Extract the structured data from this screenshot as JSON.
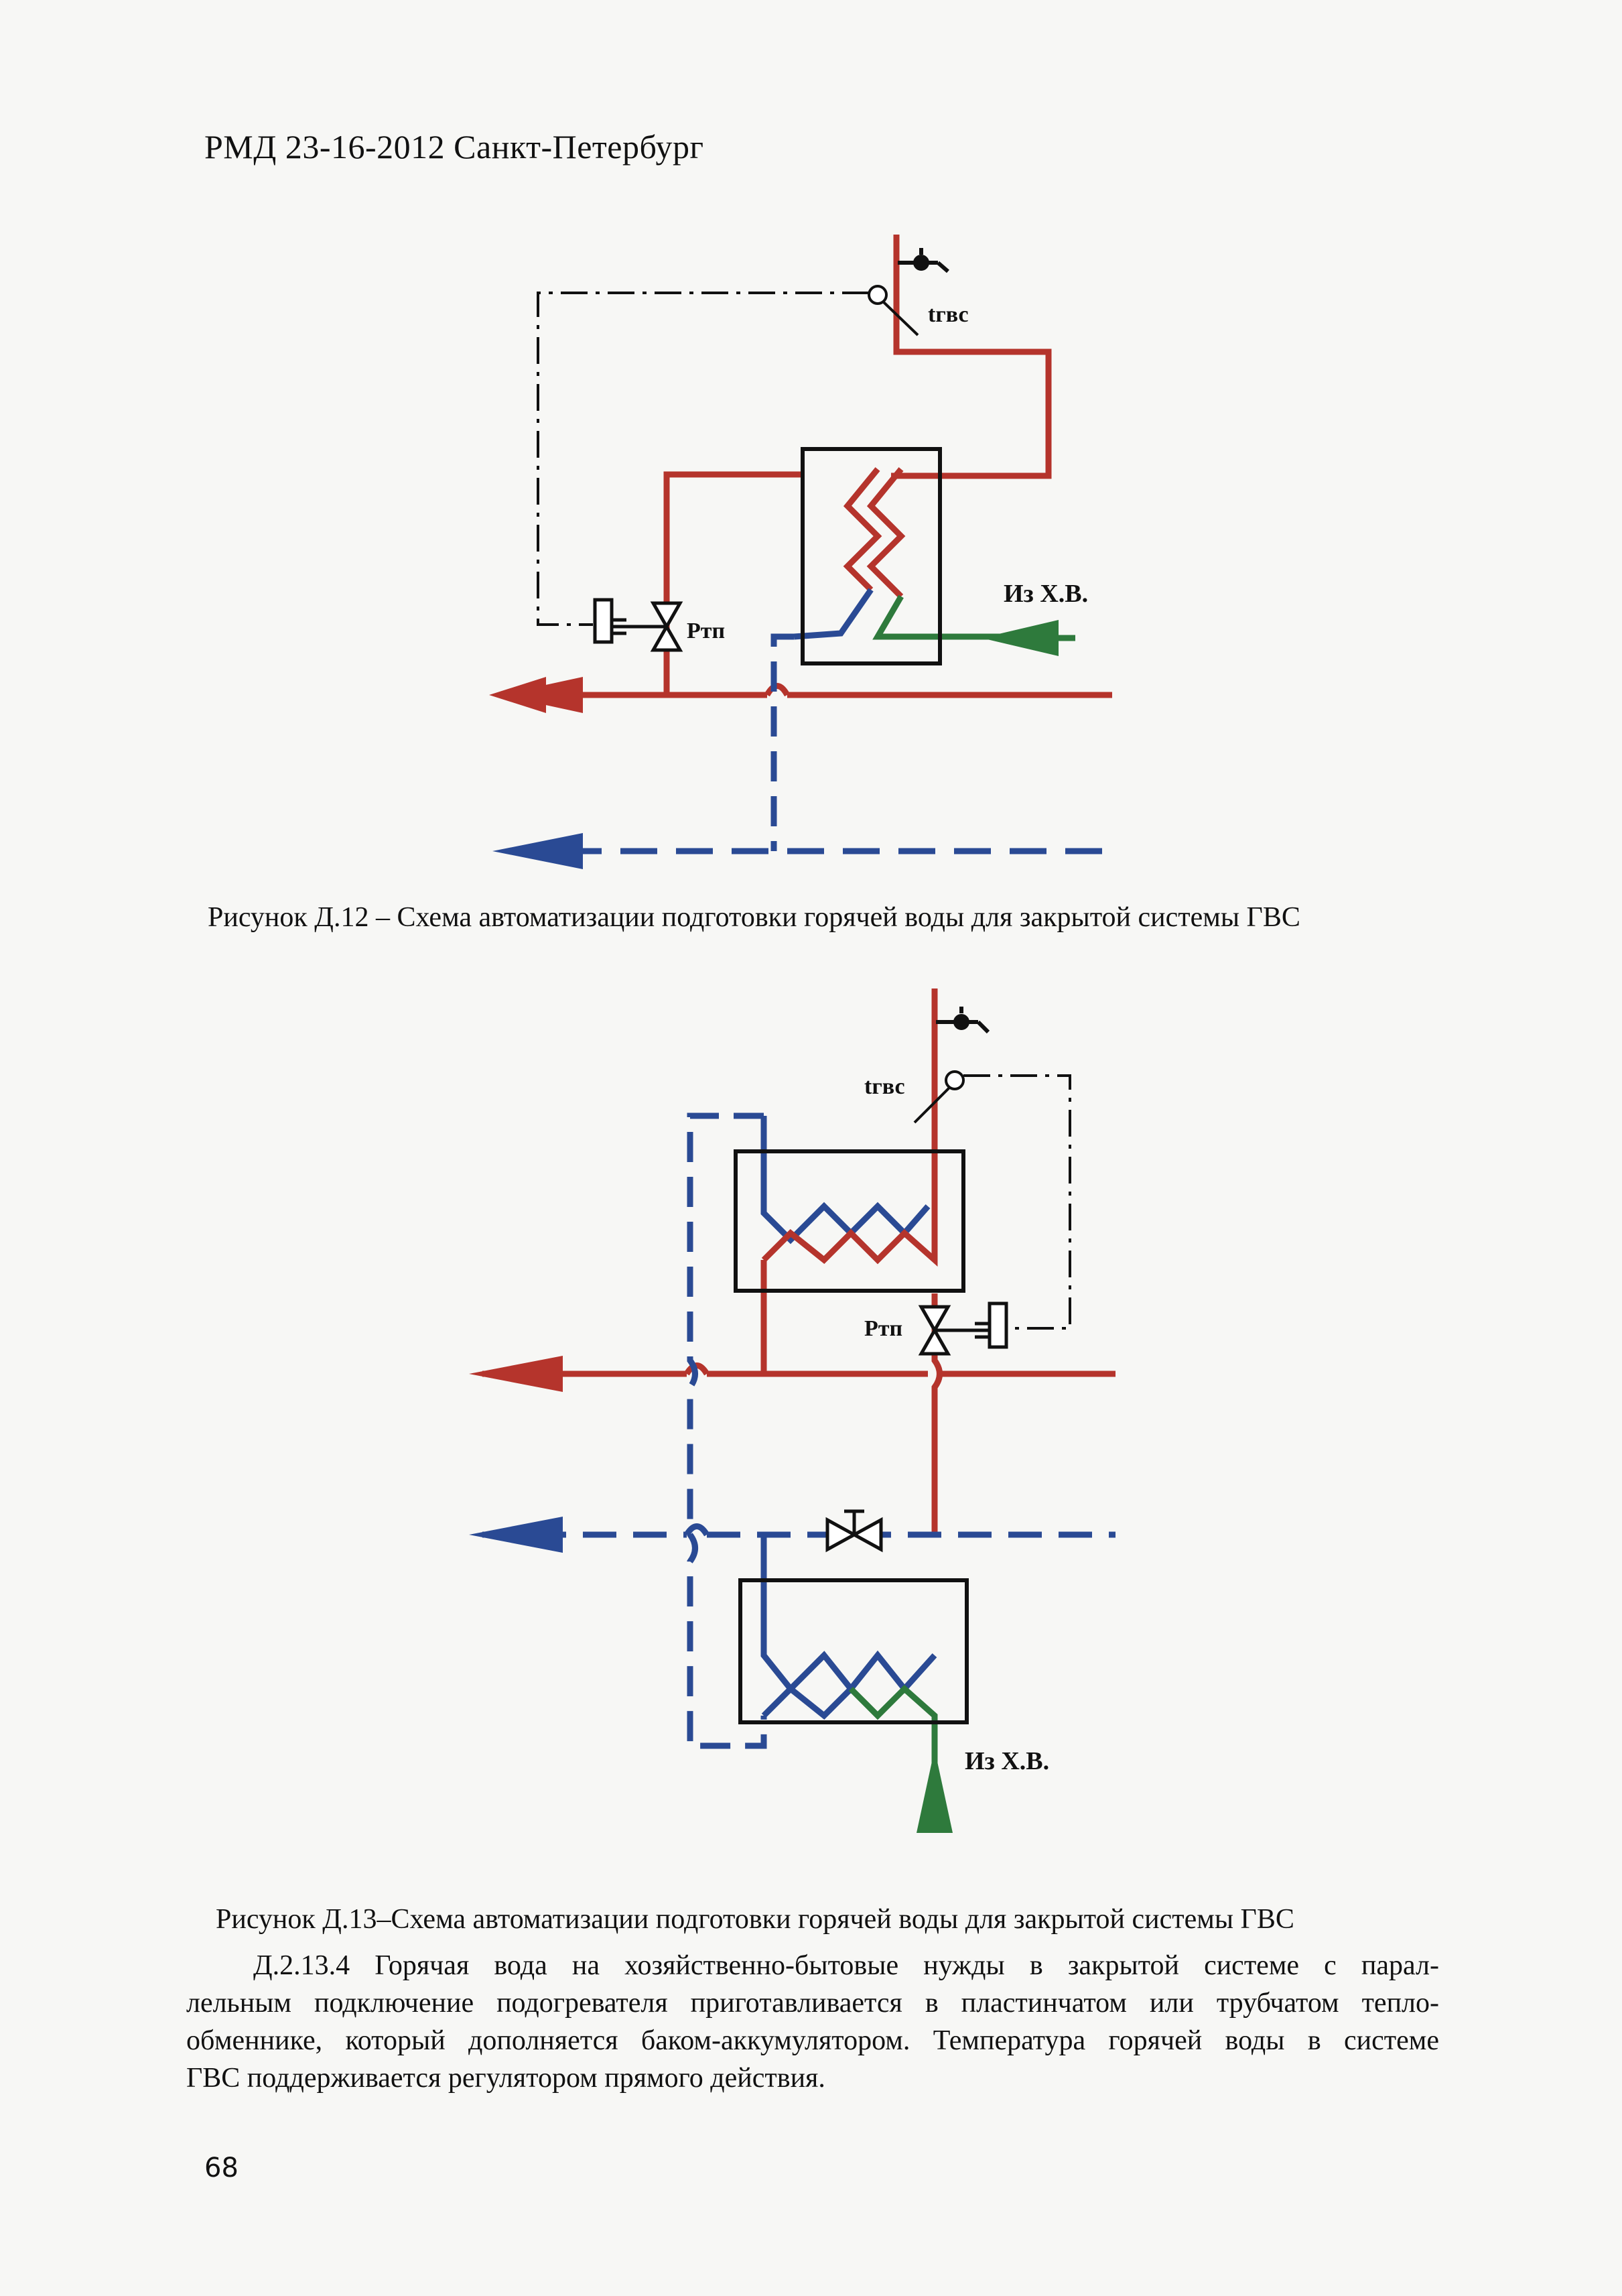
{
  "header": "РМД 23-16-2012 Санкт-Петербург",
  "figure12": {
    "label_temp": "tгвс",
    "label_valve": "Ртп",
    "label_cold": "Из Х.В.",
    "caption": "Рисунок Д.12 – Схема автоматизации подготовки горячей воды для закрытой системы ГВС"
  },
  "figure13": {
    "label_temp": "tгвс",
    "label_valve": "Ртп",
    "label_cold": "Из Х.В.",
    "caption": "Рисунок Д.13–Схема автоматизации подготовки горячей воды для закрытой системы ГВС"
  },
  "paragraph": {
    "lines": [
      "Д.2.13.4 Горячая вода на хозяйственно-бытовые нужды в закрытой системе с парал-",
      "лельным подключение подогревателя приготавливается в пластинчатом или трубчатом тепло-",
      "обменнике, который дополняется баком-аккумулятором. Температура горячей воды в системе",
      "ГВС поддерживается регулятором прямого действия."
    ]
  },
  "page_number": "68",
  "colors": {
    "supply": "#b5342c",
    "return": "#2a4a94",
    "cold": "#2e7a3c",
    "frame": "#111111"
  }
}
